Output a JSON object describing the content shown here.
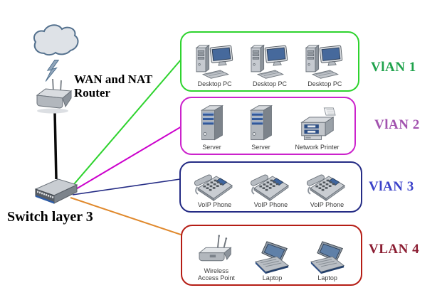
{
  "diagram": {
    "router_label": "WAN and NAT Router",
    "switch_label": "Switch layer 3"
  },
  "vlans": [
    {
      "name": "VlAN 1",
      "border_color": "#2ed32e",
      "name_color": "#1ea24b",
      "devices": [
        {
          "type": "desktop-pc",
          "label": "Desktop PC"
        },
        {
          "type": "desktop-pc",
          "label": "Desktop PC"
        },
        {
          "type": "desktop-pc",
          "label": "Desktop PC"
        }
      ]
    },
    {
      "name": "VlAN 2",
      "border_color": "#cc22cc",
      "name_color": "#a252ae",
      "devices": [
        {
          "type": "server",
          "label": "Server"
        },
        {
          "type": "server",
          "label": "Server"
        },
        {
          "type": "network-printer",
          "label": "Network Printer"
        }
      ]
    },
    {
      "name": "VlAN 3",
      "border_color": "#252c85",
      "name_color": "#3a41c9",
      "devices": [
        {
          "type": "voip-phone",
          "label": "VoIP Phone"
        },
        {
          "type": "voip-phone",
          "label": "VoIP Phone"
        },
        {
          "type": "voip-phone",
          "label": "VoIP Phone"
        }
      ]
    },
    {
      "name": "VLAN 4",
      "border_color": "#b51d15",
      "name_color": "#8b1d32",
      "devices": [
        {
          "type": "wireless-access-point",
          "label": "Wireless Access Point"
        },
        {
          "type": "laptop",
          "label": "Laptop"
        },
        {
          "type": "laptop",
          "label": "Laptop"
        }
      ]
    }
  ],
  "wires": {
    "uplink_color": "#0a0a0a",
    "vlan1_color": "#2ed32e",
    "vlan2_color": "#cc00cc",
    "vlan3_color": "#252c85",
    "vlan4_color": "#e0892c"
  }
}
